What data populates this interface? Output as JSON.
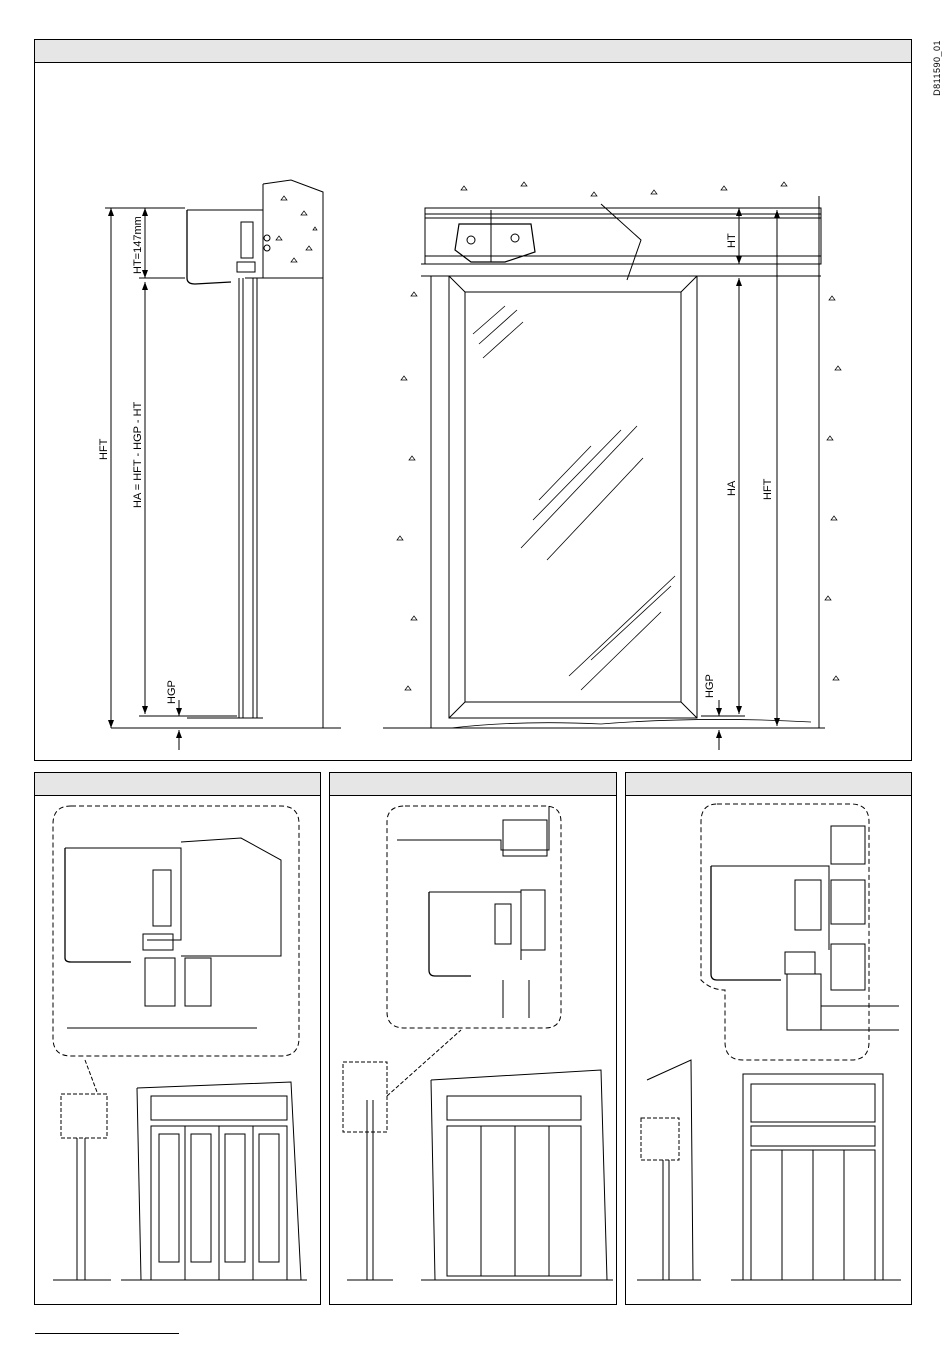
{
  "doc_code": "D811590_01",
  "main_panel": {
    "side_view": {
      "dim_ht": "HT=147mm",
      "dim_ha": "HA = HFT - HGP - HT",
      "dim_hft": "HFT",
      "dim_hgp": "HGP"
    },
    "front_view": {
      "dim_ht": "HT",
      "dim_ha": "HA",
      "dim_hft": "HFT",
      "dim_hgp": "HGP"
    }
  },
  "bottom_panels": [
    {
      "id": "left"
    },
    {
      "id": "middle"
    },
    {
      "id": "right"
    }
  ]
}
